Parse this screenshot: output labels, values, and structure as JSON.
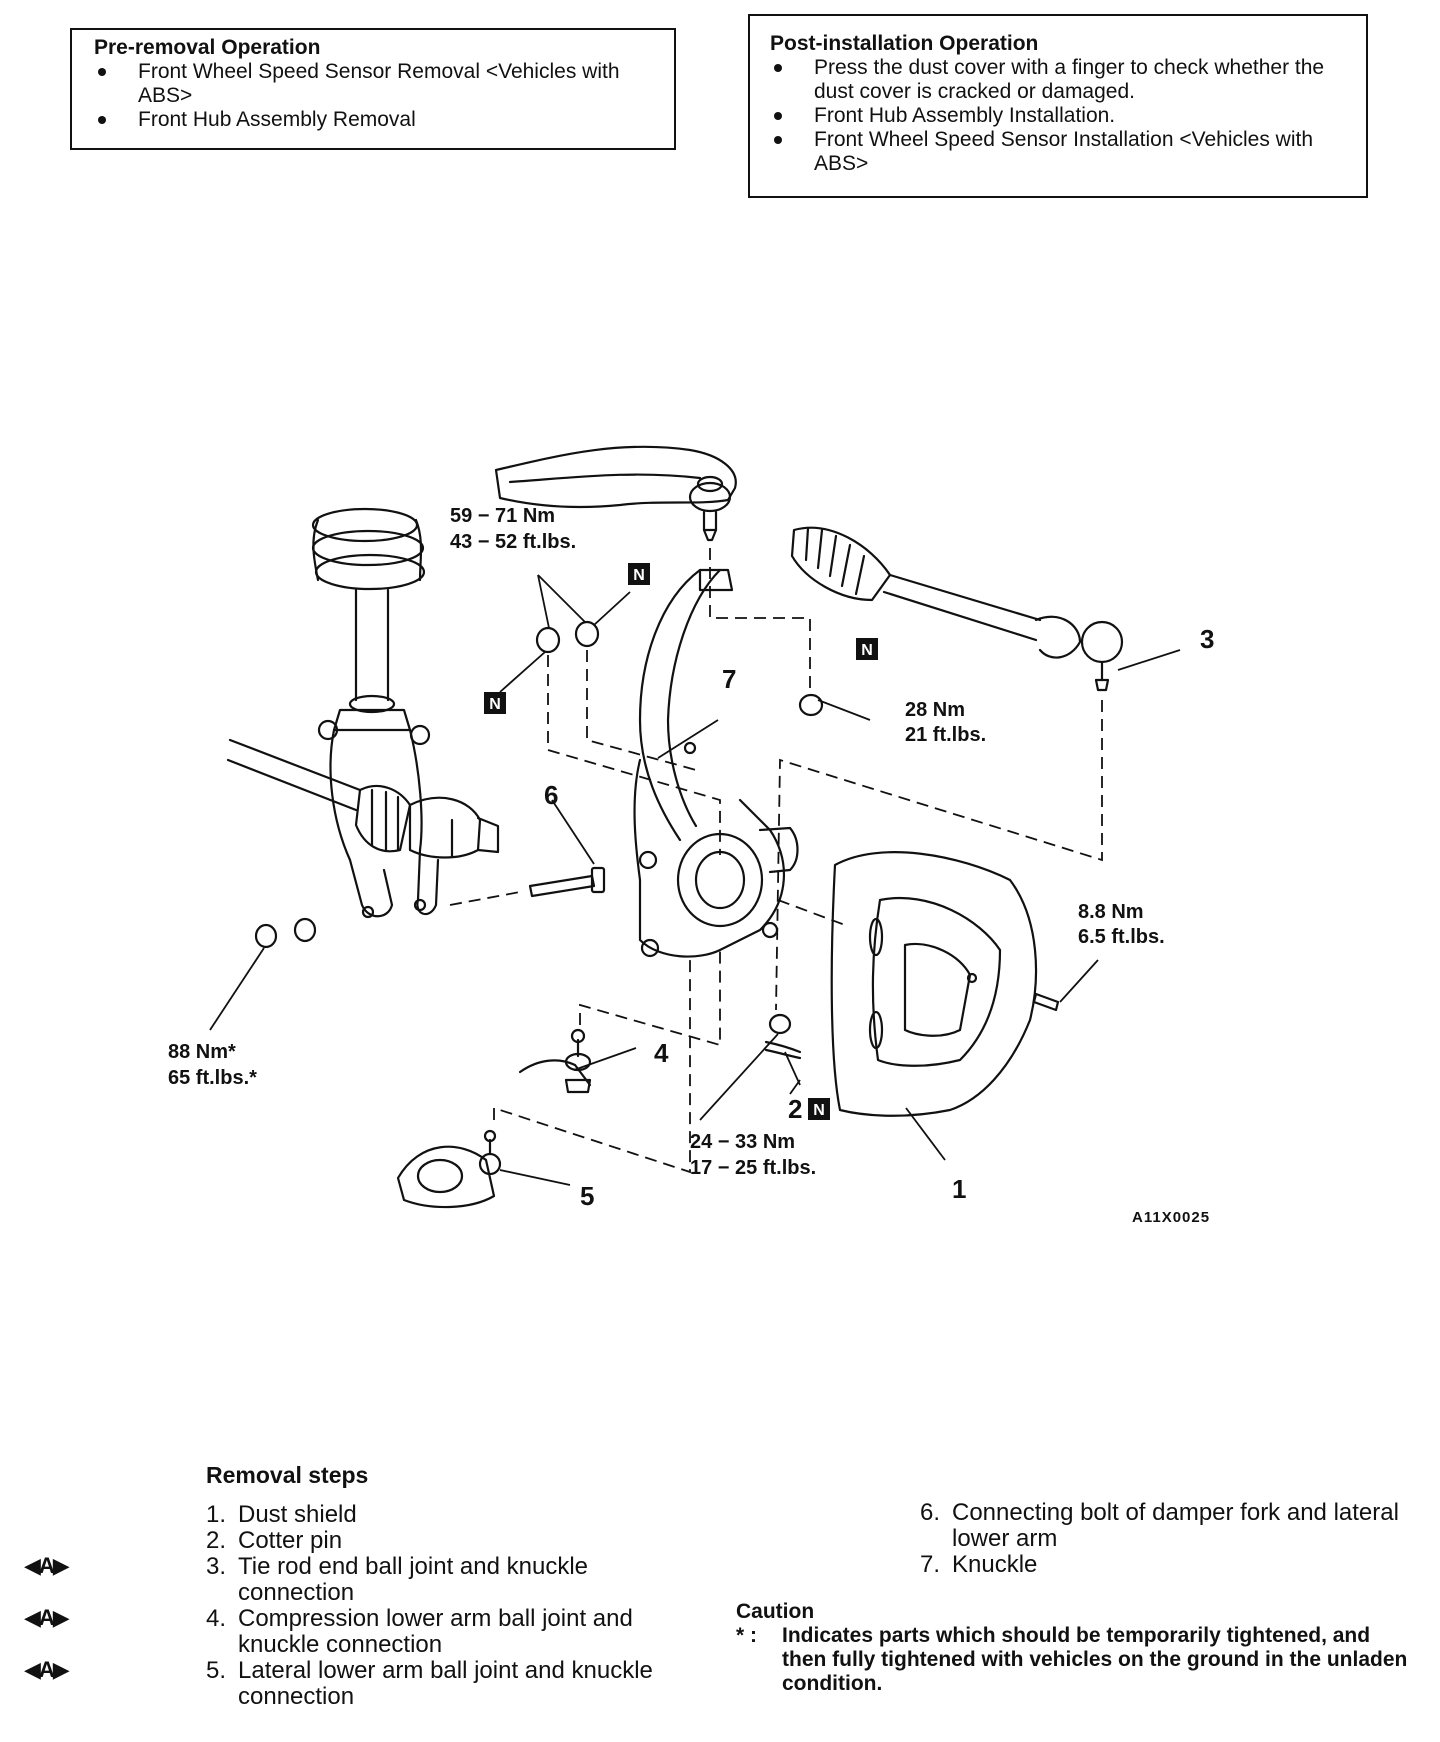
{
  "pre_removal": {
    "heading": "Pre-removal Operation",
    "items": [
      "Front Wheel Speed Sensor Removal <Vehicles with ABS>",
      "Front Hub Assembly Removal"
    ]
  },
  "post_installation": {
    "heading": "Post-installation Operation",
    "items": [
      "Press the dust cover with a finger to check whether the dust cover is cracked or damaged.",
      "Front Hub Assembly Installation.",
      "Front Wheel Speed Sensor Installation <Vehicles with ABS>"
    ]
  },
  "diagram": {
    "torques": {
      "upper_nut": [
        "59 − 71 Nm",
        "43 − 52 ft.lbs."
      ],
      "tie_rod_nut": [
        "28 Nm",
        "21 ft.lbs."
      ],
      "dust_shield_bolt": [
        "8.8 Nm",
        "6.5 ft.lbs."
      ],
      "damper_fork_nut": [
        "88 Nm*",
        "65 ft.lbs.*"
      ],
      "lower_nut": [
        "24 − 33 Nm",
        "17 − 25 ft.lbs."
      ]
    },
    "callouts": [
      "1",
      "2",
      "3",
      "4",
      "5",
      "6",
      "7"
    ],
    "new_part_mark": "N",
    "figure_id": "A11X0025"
  },
  "removal": {
    "title": "Removal steps",
    "mark": "◀A▶",
    "steps": [
      {
        "n": "1.",
        "text": "Dust shield"
      },
      {
        "n": "2.",
        "text": "Cotter pin"
      },
      {
        "n": "3.",
        "text": "Tie rod end ball joint and knuckle connection"
      },
      {
        "n": "4.",
        "text": "Compression lower arm ball joint and knuckle connection"
      },
      {
        "n": "5.",
        "text": "Lateral lower arm ball joint and knuckle connection"
      },
      {
        "n": "6.",
        "text": "Connecting bolt of damper fork and lateral lower arm"
      },
      {
        "n": "7.",
        "text": "Knuckle"
      }
    ]
  },
  "caution": {
    "title": "Caution",
    "star": "* :",
    "text": "Indicates parts which should be temporarily tightened, and then fully tightened with vehicles on the ground in the unladen condition."
  }
}
